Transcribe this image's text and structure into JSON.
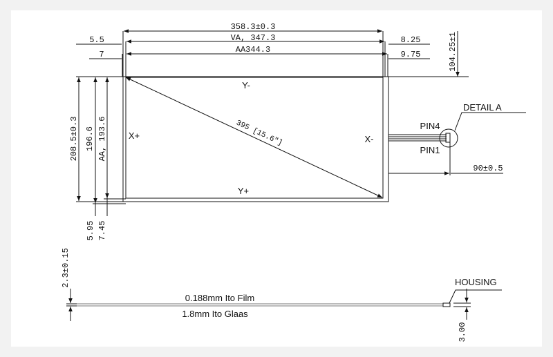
{
  "dimensions": {
    "overall_width": "358.3±0.3",
    "va_width": "VA, 347.3",
    "aa_width": "AA344.3",
    "left_va_offset": "5.5",
    "left_aa_offset": "7",
    "right_va_offset": "8.25",
    "right_aa_offset": "9.75",
    "tail_length": "104.25±1",
    "overall_height": "208.5±0.3",
    "va_height": "196.6",
    "aa_height": "AA, 193.6",
    "bottom_va_offset": "5.95",
    "bottom_aa_offset": "7.45",
    "diagonal": "395 [15.6\"]",
    "pin_to_edge": "90±0.5",
    "side_thickness": "2.3±0.15",
    "housing_thickness": "3.00"
  },
  "labels": {
    "y_minus": "Y-",
    "y_plus": "Y+",
    "x_plus": "X+",
    "x_minus": "X-",
    "pin4": "PIN4",
    "pin1": "PIN1",
    "detail_a": "DETAIL A",
    "housing": "HOUSING",
    "film_layer": "0.188mm Ito Film",
    "glass_layer": "1.8mm Ito Glaas"
  }
}
